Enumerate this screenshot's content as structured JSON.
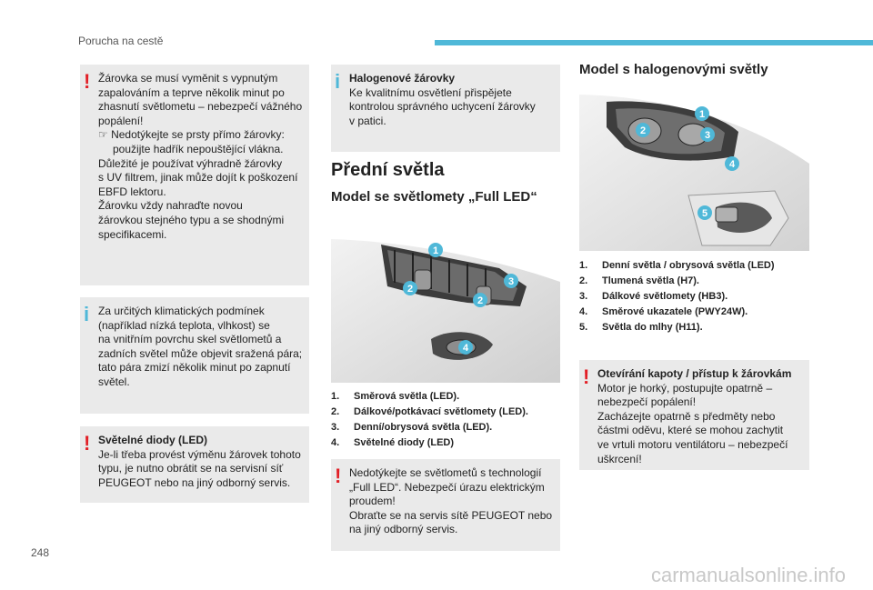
{
  "header": {
    "section": "Porucha na cestě"
  },
  "page_number": "248",
  "col1": {
    "warn1": {
      "lines": [
        "Žárovka se musí vyměnit s vypnutým",
        "zapalováním a teprve několik minut po",
        "zhasnutí světlometu – nebezpečí vážného",
        "popálení!"
      ],
      "bullet": "Nedotýkejte se prsty přímo žárovky:",
      "bullet2": "použijte hadřík nepouštějící vlákna.",
      "lines2": [
        "Důležité je používat výhradně žárovky",
        "s UV filtrem, jinak může dojít k poškození",
        "EBFD lektoru.",
        "Žárovku vždy nahraďte novou",
        "žárovkou stejného typu a se shodnými",
        "specifikacemi."
      ]
    },
    "info1": {
      "lines": [
        "Za určitých klimatických podmínek",
        "(například nízká teplota, vlhkost) se",
        "na vnitřním povrchu skel světlometů a",
        "zadních světel může objevit sražená pára;",
        "tato pára zmizí několik minut po zapnutí",
        "světel."
      ]
    },
    "warn2": {
      "title": "Světelné diody (LED)",
      "lines": [
        "Je-li třeba provést výměnu žárovek tohoto",
        "typu, je nutno obrátit se na servisní síť",
        "PEUGEOT nebo na jiný odborný servis."
      ]
    }
  },
  "col2": {
    "info2": {
      "title": "Halogenové žárovky",
      "lines": [
        "Ke kvalitnímu osvětlení přispějete",
        "kontrolou správného uchycení žárovky",
        "v patici."
      ]
    },
    "title": "Přední světla",
    "subtitle": "Model se světlomety „Full LED“",
    "figure_labels": [
      "1",
      "2",
      "2",
      "3",
      "4"
    ],
    "list": [
      {
        "n": "1.",
        "t": "Směrová světla (LED)."
      },
      {
        "n": "2.",
        "t": "Dálkové/potkávací světlomety (LED)."
      },
      {
        "n": "3.",
        "t": "Denní/obrysová světla (LED)."
      },
      {
        "n": "4.",
        "t": "Světelné diody (LED)"
      }
    ],
    "warn3": {
      "lines": [
        "Nedotýkejte se světlometů s technologií",
        "„Full LED“. Nebezpečí úrazu elektrickým",
        "proudem!",
        "Obraťte se na servis sítě PEUGEOT nebo",
        "na jiný odborný servis."
      ]
    }
  },
  "col3": {
    "subtitle": "Model s halogenovými světly",
    "figure_labels": [
      "1",
      "2",
      "3",
      "4",
      "5"
    ],
    "list": [
      {
        "n": "1.",
        "t": "Denní světla / obrysová světla (LED)"
      },
      {
        "n": "2.",
        "t": "Tlumená světla (H7)."
      },
      {
        "n": "3.",
        "t": "Dálkové světlomety (HB3)."
      },
      {
        "n": "4.",
        "t": "Směrové ukazatele (PWY24W)."
      },
      {
        "n": "5.",
        "t": "Světla do mlhy (H11)."
      }
    ],
    "warn4": {
      "title": "Otevírání kapoty / přístup k žárovkám",
      "lines": [
        "Motor je horký, postupujte opatrně –",
        "nebezpečí popálení!",
        "Zacházejte opatrně s předměty nebo",
        "částmi oděvu, které se mohou zachytit",
        "ve vrtuli motoru ventilátoru – nebezpečí",
        "uškrcení!"
      ]
    }
  },
  "footer": "carmanualsonline.info",
  "colors": {
    "accent": "#4fb8d8",
    "warning": "#e21f26",
    "box": "#eaeaea"
  }
}
